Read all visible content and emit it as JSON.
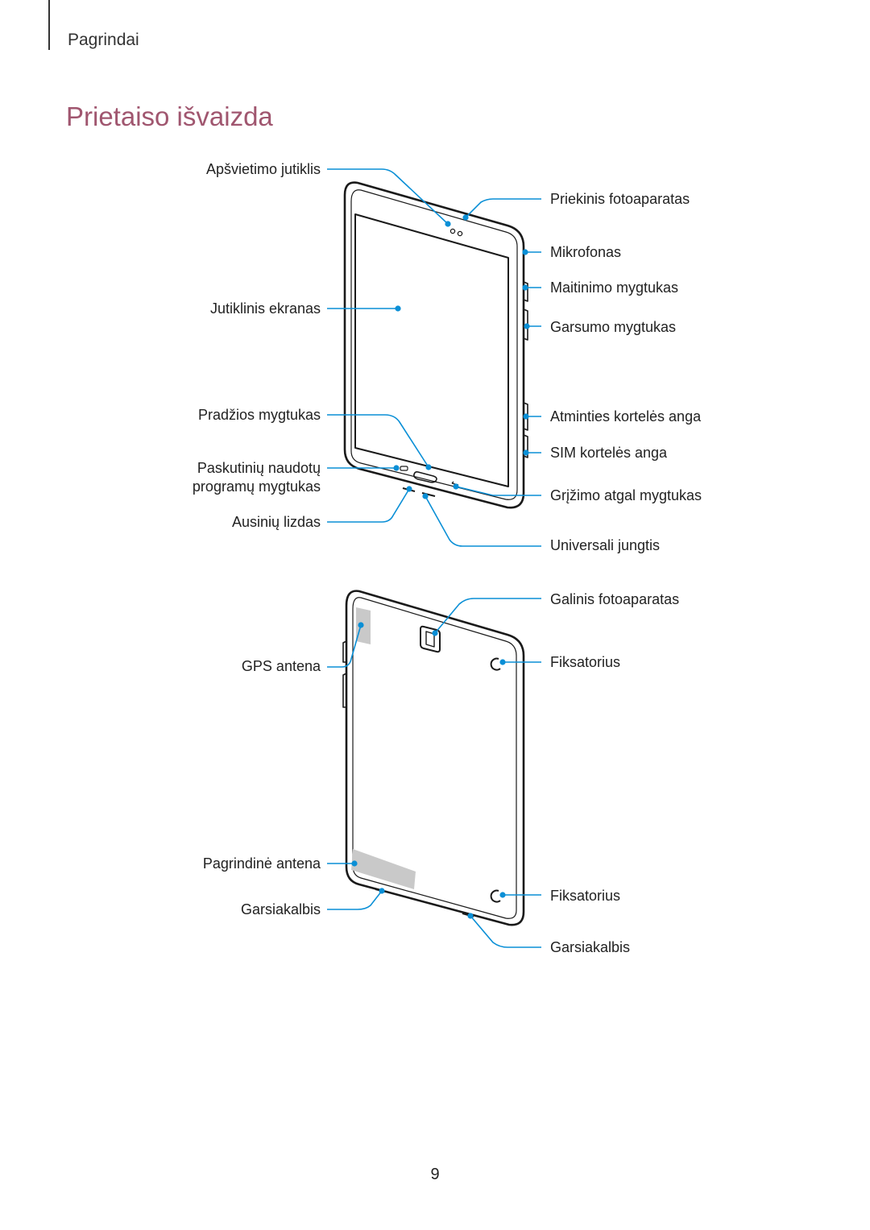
{
  "header": {
    "section": "Pagrindai"
  },
  "title": "Prietaiso išvaizda",
  "front_labels": {
    "light_sensor": "Apšvietimo jutiklis",
    "front_camera": "Priekinis fotoaparatas",
    "microphone": "Mikrofonas",
    "power_key": "Maitinimo mygtukas",
    "touchscreen": "Jutiklinis ekranas",
    "volume_key": "Garsumo mygtukas",
    "home_key": "Pradžios mygtukas",
    "memory_card_slot": "Atminties kortelės anga",
    "sim_card_slot": "SIM kortelės anga",
    "recent_apps_line1": "Paskutinių naudotų",
    "recent_apps_line2": "programų mygtukas",
    "back_key": "Grįžimo atgal mygtukas",
    "headset_jack": "Ausinių lizdas",
    "multipurpose_jack": "Universali jungtis"
  },
  "back_labels": {
    "rear_camera": "Galinis fotoaparatas",
    "gps_antenna": "GPS antena",
    "latch_top": "Fiksatorius",
    "main_antenna": "Pagrindinė antena",
    "latch_bottom": "Fiksatorius",
    "speaker_left": "Garsiakalbis",
    "speaker_right": "Garsiakalbis"
  },
  "page_number": "9",
  "colors": {
    "title": "#a0566f",
    "callout": "#0a8fd6",
    "device_outline": "#1a1a1a"
  }
}
